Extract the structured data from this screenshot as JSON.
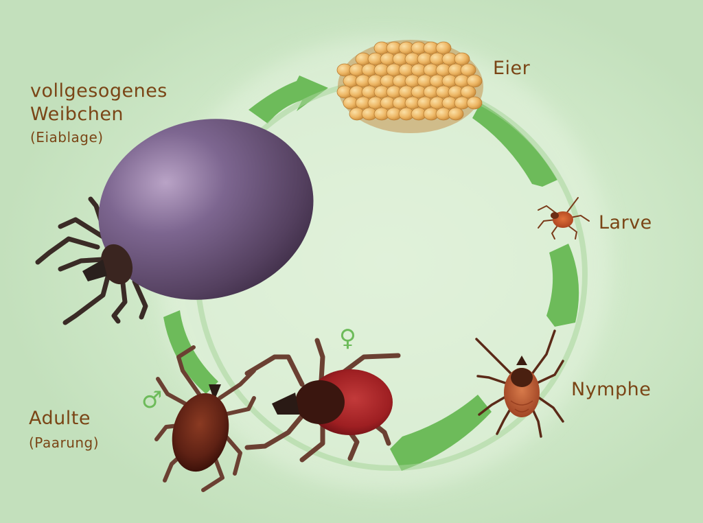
{
  "labels": {
    "eggs": "Eier",
    "larva": "Larve",
    "nymph": "Nymphe",
    "adult": "Adulte",
    "adult_note": "(Paarung)",
    "engorged_line1": "vollgesogenes",
    "engorged_line2": "Weibchen",
    "engorged_note": "(Eiablage)"
  },
  "symbols": {
    "male": "♂",
    "female": "♀"
  },
  "colors": {
    "background": "#c6e2bf",
    "cycle_arrow": "#6dbb5a",
    "label_text": "#7a4516",
    "engorged_body": "#5e4a6e",
    "egg": "#e9b562"
  }
}
